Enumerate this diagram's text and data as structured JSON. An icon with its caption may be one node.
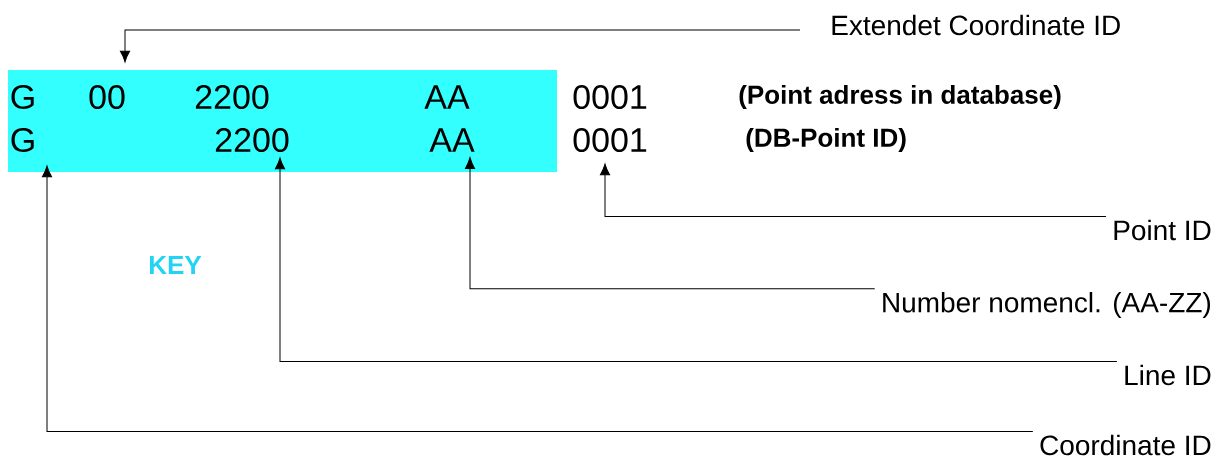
{
  "diagram": {
    "nodes": [
      {
        "text": [
          "Extendet Coordinate ID"
        ]
      },
      {
        "text": [],
        "shape": "box"
      },
      {
        "text": [
          "G"
        ],
        "in": 1
      },
      {
        "text": [
          "00"
        ],
        "in": 1
      },
      {
        "text": [
          "2200"
        ],
        "in": 1
      },
      {
        "text": [
          "AA"
        ],
        "in": 1
      },
      {
        "text": [
          "0001"
        ]
      },
      {
        "text": [
          "G"
        ],
        "in": 1
      },
      {
        "text": [
          "2200"
        ],
        "in": 1
      },
      {
        "text": [
          "AA"
        ],
        "in": 1
      },
      {
        "text": [
          "0001"
        ]
      },
      {
        "text": [
          "Point ID"
        ]
      },
      {
        "text": [
          "Number nomencl. (AA-ZZ)"
        ]
      },
      {
        "text": [
          "Line ID"
        ]
      },
      {
        "text": [
          "Coordinate ID"
        ]
      }
    ],
    "edges": [
      {
        "from": 0,
        "to": 3,
        "arrow": "to"
      },
      {
        "from": 11,
        "to": 10,
        "arrow": "to"
      },
      {
        "from": 12,
        "to": 9,
        "arrow": "to"
      },
      {
        "from": 13,
        "to": 8,
        "arrow": "to"
      },
      {
        "from": 14,
        "to": 7,
        "arrow": "to"
      }
    ],
    "labels": [
      "(Point adress in database)",
      "(DB-Point ID)",
      "KEY"
    ]
  }
}
